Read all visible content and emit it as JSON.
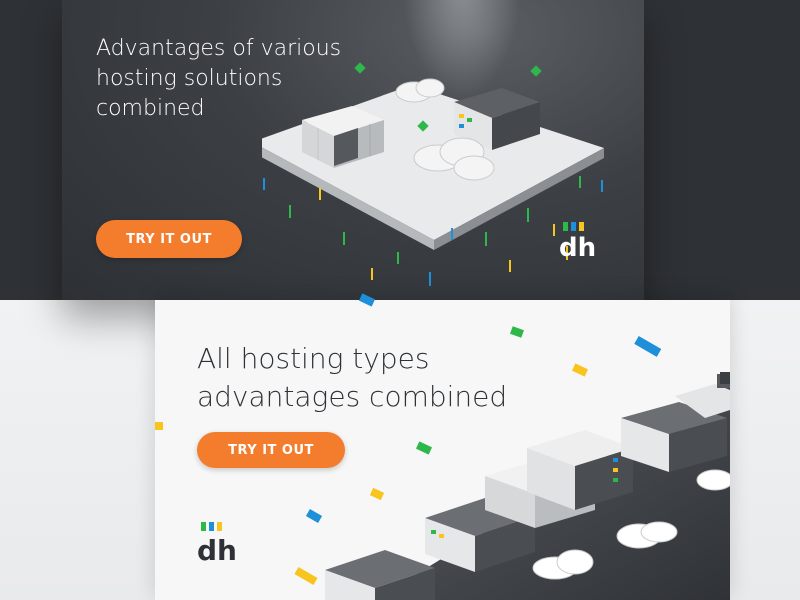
{
  "banner_dark": {
    "headline": "Advantages of various hosting solutions combined",
    "cta_label": "TRY IT OUT"
  },
  "banner_light": {
    "headline": "All hosting types advantages combined",
    "cta_label": "TRY IT OUT"
  },
  "logo": {
    "text": "dh",
    "bar_colors": [
      "#2fb84a",
      "#1e8fd9",
      "#f7c51e"
    ]
  },
  "colors": {
    "cta": "#f47c2d",
    "dark_bg": "#3c4045",
    "light_bg": "#f7f7f7",
    "text_dark": "#2e3237"
  }
}
